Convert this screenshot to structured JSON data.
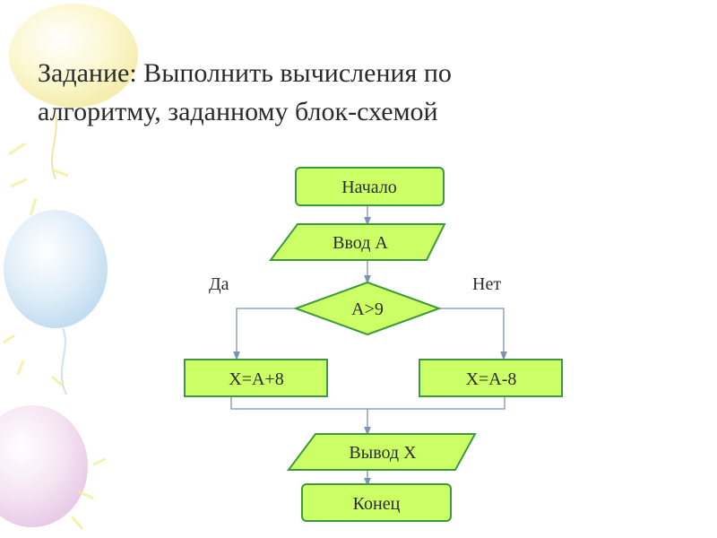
{
  "slide": {
    "title_lines": [
      "Задание: Выполнить вычисления по",
      "алгоритму, заданному блок-схемой"
    ]
  },
  "flowchart": {
    "start": "Начало",
    "input": "Ввод А",
    "condition": "А>9",
    "yes_label": "Да",
    "no_label": "Нет",
    "yes_action": "Х=А+8",
    "no_action": "Х=А-8",
    "output": "Вывод Х",
    "end": "Конец"
  },
  "colors": {
    "shape_fill": "#ccff66",
    "shape_stroke": "#3c9a3c",
    "connector": "#7c93b7"
  },
  "decoration": [
    "balloons-background"
  ]
}
